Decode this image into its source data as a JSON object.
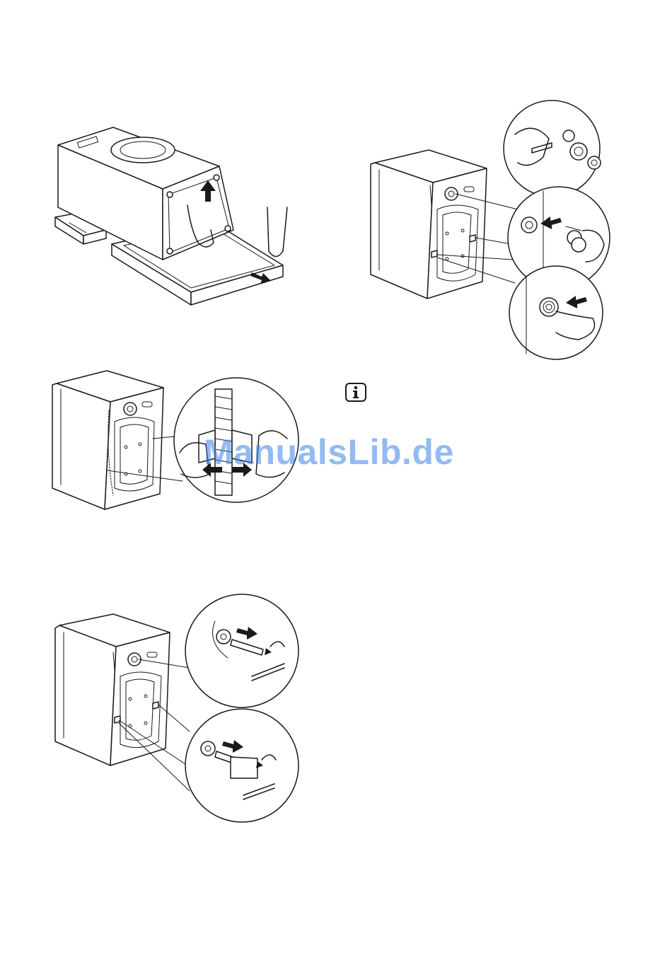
{
  "document": {
    "watermark": "ManualsLib.de",
    "colors": {
      "line": "#1a1a1a",
      "paper": "#ffffff",
      "watermark": "#3b82e6"
    },
    "icons": [
      "info-icon"
    ],
    "figures": [
      "figure-packaging-base-removal",
      "figure-hose-clip-removal",
      "figure-transit-bolt-removal",
      "figure-cap-insertion"
    ]
  }
}
